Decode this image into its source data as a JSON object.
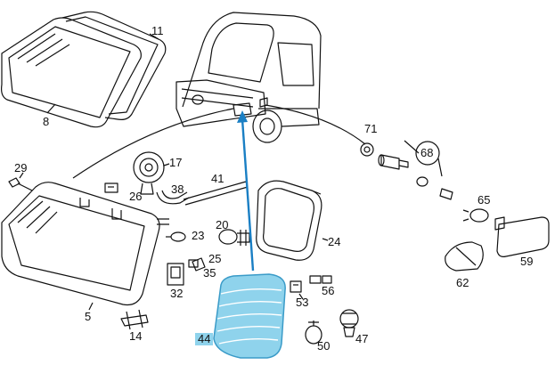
{
  "diagram": {
    "part_numbers": {
      "p11": "11",
      "p8": "8",
      "p29": "29",
      "p17": "17",
      "p26": "26",
      "p38": "38",
      "p41": "41",
      "p20": "20",
      "p23": "23",
      "p25": "25",
      "p35": "35",
      "p32": "32",
      "p5": "5",
      "p14": "14",
      "p44": "44",
      "p53": "53",
      "p56": "56",
      "p50": "50",
      "p47": "47",
      "p24": "24",
      "p71": "71",
      "p68": "68",
      "p65": "65",
      "p62": "62",
      "p59": "59"
    },
    "highlighted_part": "44",
    "colors": {
      "highlight": "#8fd3ec",
      "arrow": "#1a7fc4",
      "line": "#111111"
    }
  }
}
